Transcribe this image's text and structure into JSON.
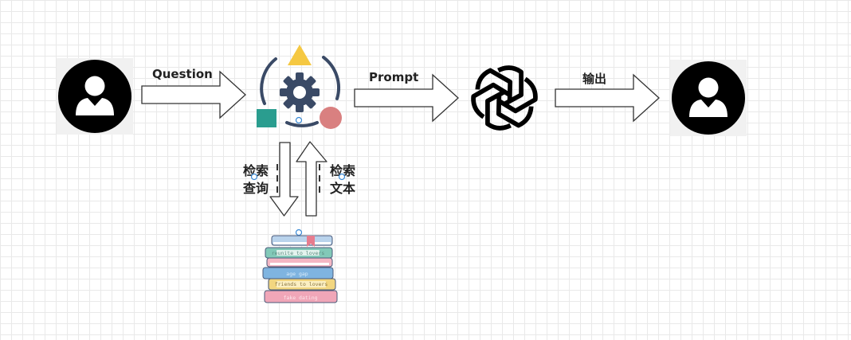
{
  "diagram": {
    "user_label": "user-icon",
    "question_label": "Question",
    "prompt_label": "Prompt",
    "output_label": "输出",
    "retrieve_query_label": "检索\n查询",
    "retrieve_text_label": "检索\n文本",
    "books": [
      "reunite to lovers",
      "age gap",
      "friends to lovers",
      "fake dating"
    ],
    "colors": {
      "ink": "#000000",
      "navy": "#3a4a66",
      "triangle": "#f5c842",
      "square": "#2a9d8f",
      "circle": "#d98080"
    }
  }
}
